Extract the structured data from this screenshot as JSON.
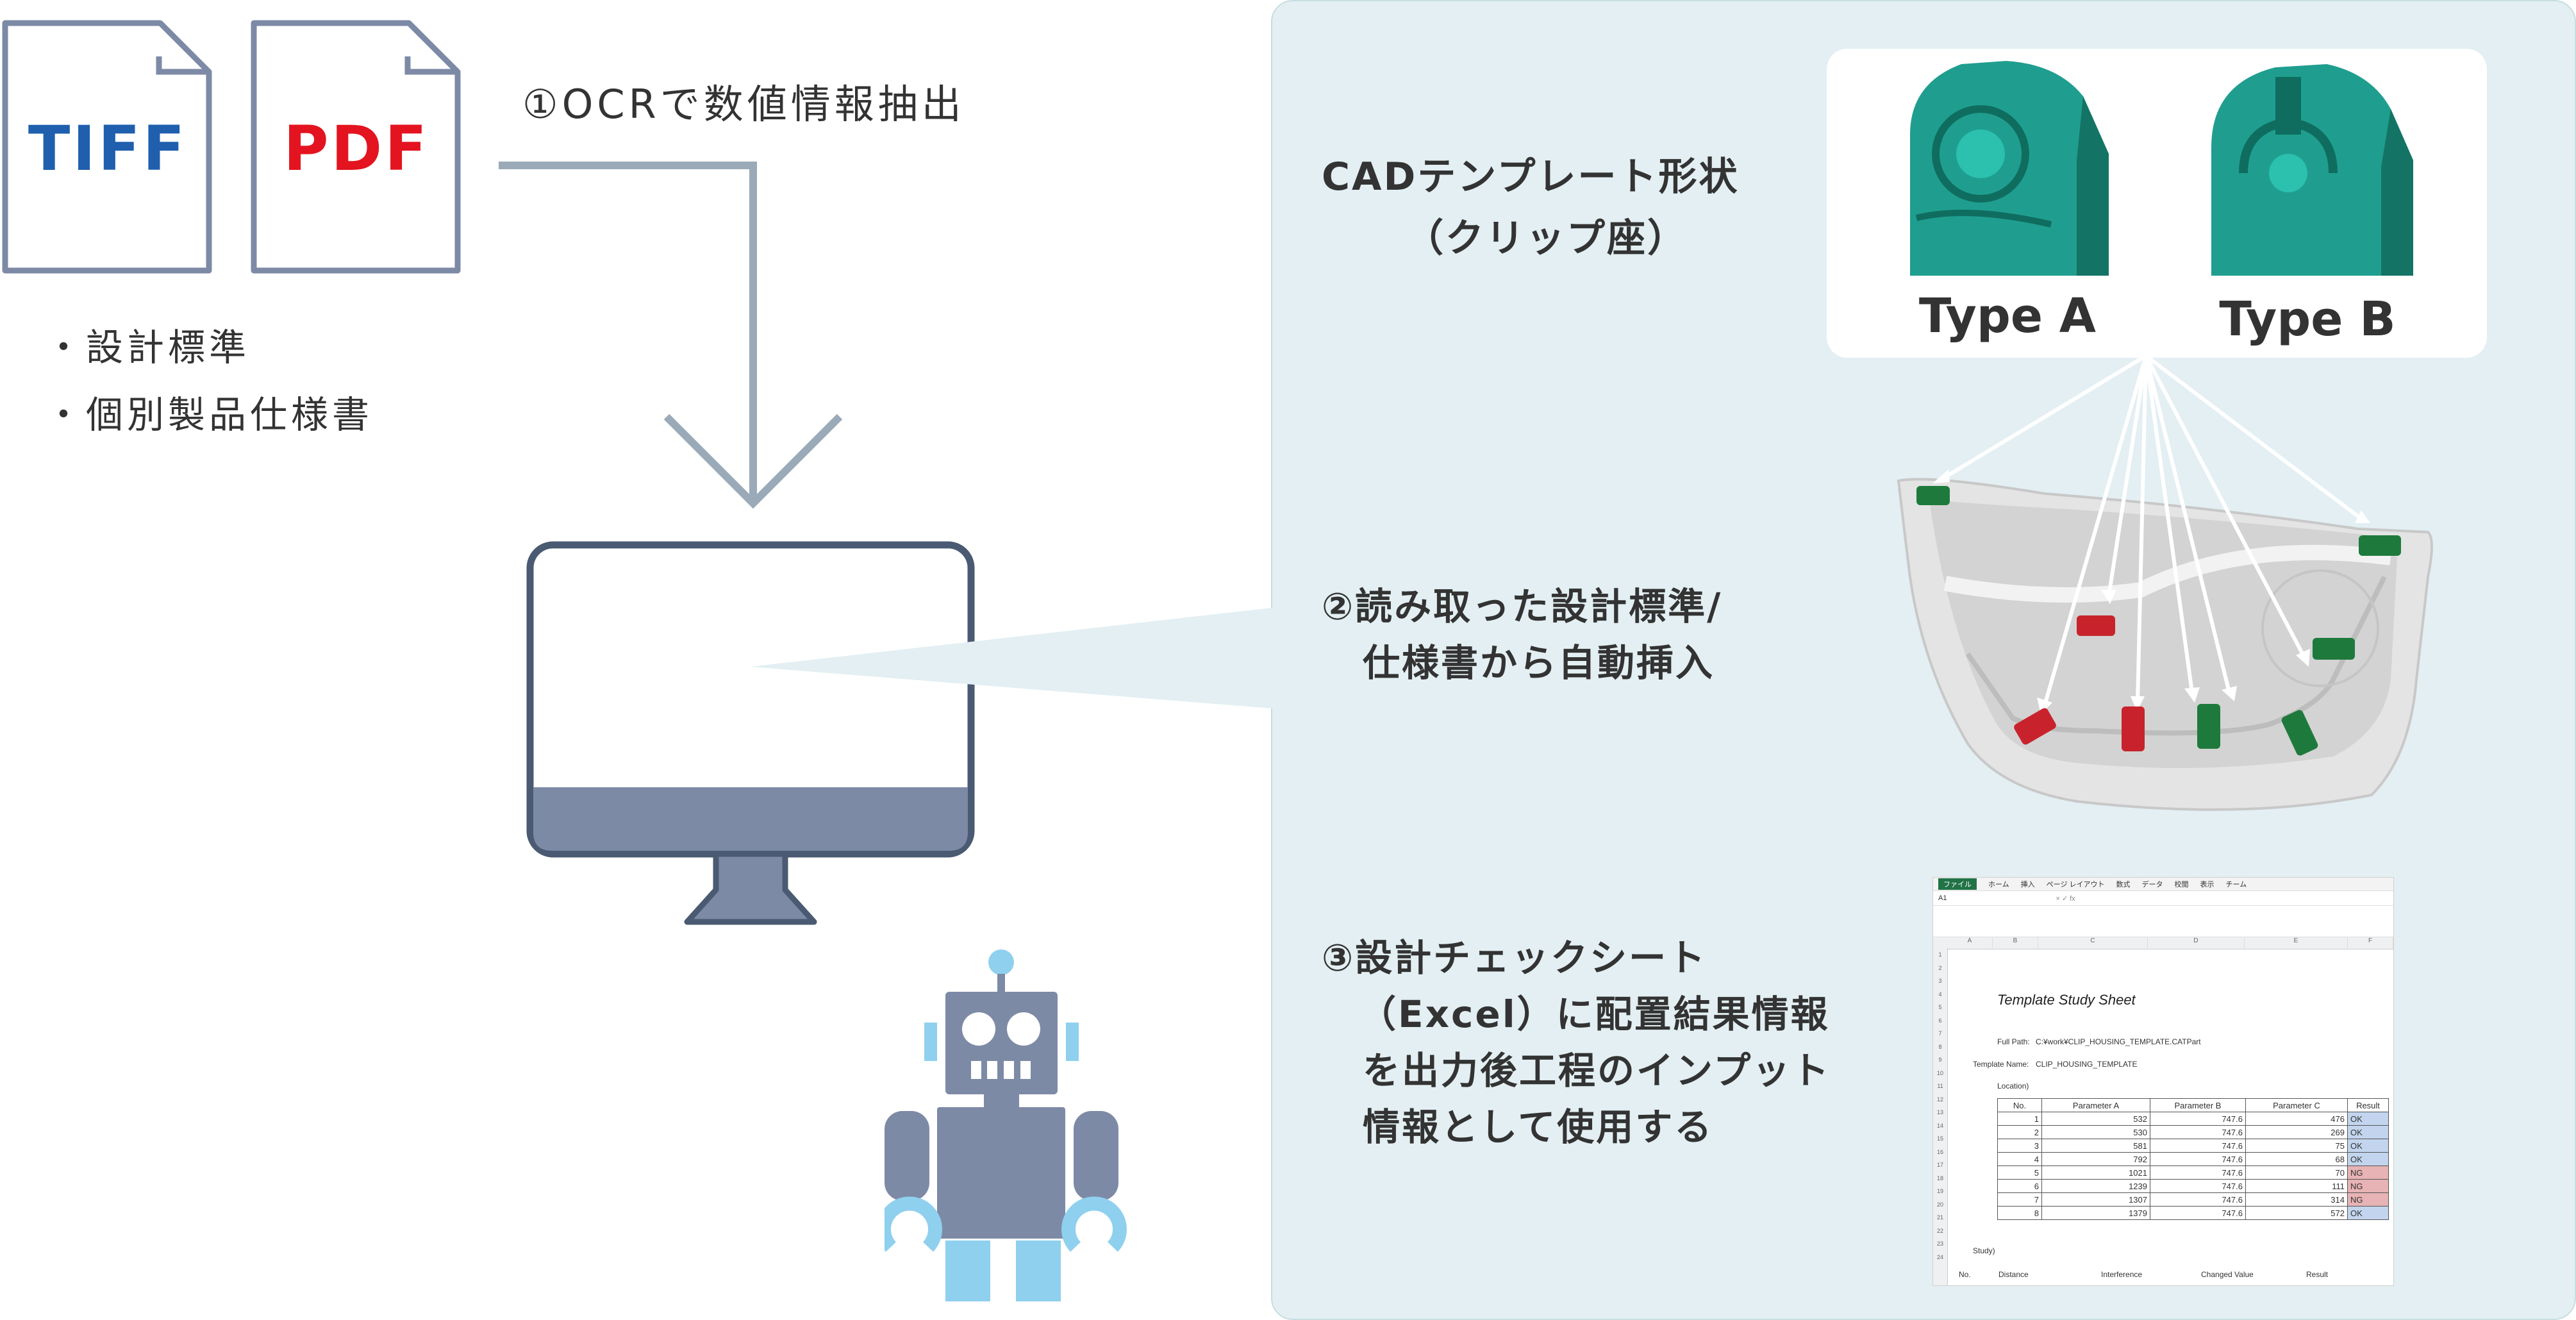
{
  "files": [
    {
      "label": "TIFF",
      "color": "#1f5fae"
    },
    {
      "label": "PDF",
      "color": "#e3141f"
    }
  ],
  "source_items": [
    "・設計標準",
    "・個別製品仕様書"
  ],
  "step1": "①OCRで数値情報抽出",
  "cad": {
    "title_lines": [
      "CADテンプレート形状",
      "（クリップ座）"
    ],
    "types": [
      "Type A",
      "Type B"
    ]
  },
  "step2_lines": [
    "②読み取った設計標準/",
    "仕様書から自動挿入"
  ],
  "step3_lines": [
    "③設計チェックシート",
    "（Excel）に配置結果情報",
    "を出力後工程のインプット",
    "情報として使用する"
  ],
  "excel": {
    "tabs": [
      "ファイル",
      "ホーム",
      "挿入",
      "ページ レイアウト",
      "数式",
      "データ",
      "校閲",
      "表示",
      "チーム"
    ],
    "cell_ref": "A1",
    "columns": [
      "A",
      "B",
      "C",
      "D",
      "E",
      "F"
    ],
    "row_numbers": [
      "1",
      "2",
      "3",
      "4",
      "5",
      "6",
      "7",
      "8",
      "9",
      "10",
      "11",
      "12",
      "13",
      "14",
      "15",
      "16",
      "17",
      "18",
      "19",
      "20",
      "21",
      "22",
      "23",
      "24"
    ],
    "sheet_title": "Template Study Sheet",
    "full_path_label": "Full Path:",
    "full_path_value": "C:¥work¥CLIP_HOUSING_TEMPLATE.CATPart",
    "template_name_label": "Template Name:",
    "template_name_value": "CLIP_HOUSING_TEMPLATE",
    "location_label": "Location)",
    "table_headers": [
      "No.",
      "Parameter A",
      "Parameter B",
      "Parameter C",
      "Result"
    ],
    "table_rows": [
      [
        "1",
        "532",
        "747.6",
        "476",
        "OK"
      ],
      [
        "2",
        "530",
        "747.6",
        "269",
        "OK"
      ],
      [
        "3",
        "581",
        "747.6",
        "75",
        "OK"
      ],
      [
        "4",
        "792",
        "747.6",
        "68",
        "OK"
      ],
      [
        "5",
        "1021",
        "747.6",
        "70",
        "NG"
      ],
      [
        "6",
        "1239",
        "747.6",
        "111",
        "NG"
      ],
      [
        "7",
        "1307",
        "747.6",
        "314",
        "NG"
      ],
      [
        "8",
        "1379",
        "747.6",
        "572",
        "OK"
      ]
    ],
    "study_label": "Study)",
    "footer_headers": [
      "No.",
      "Distance",
      "Interference",
      "Changed Value",
      "Result"
    ]
  },
  "colors": {
    "panel": "#e3eff2",
    "arrow": "#9aaab8",
    "monitor": "#4a5a72",
    "robot": "#7d8aa6",
    "robot_accent": "#8fd0ee",
    "clip_green": "#1e7a3c",
    "clip_red": "#c8232c"
  }
}
